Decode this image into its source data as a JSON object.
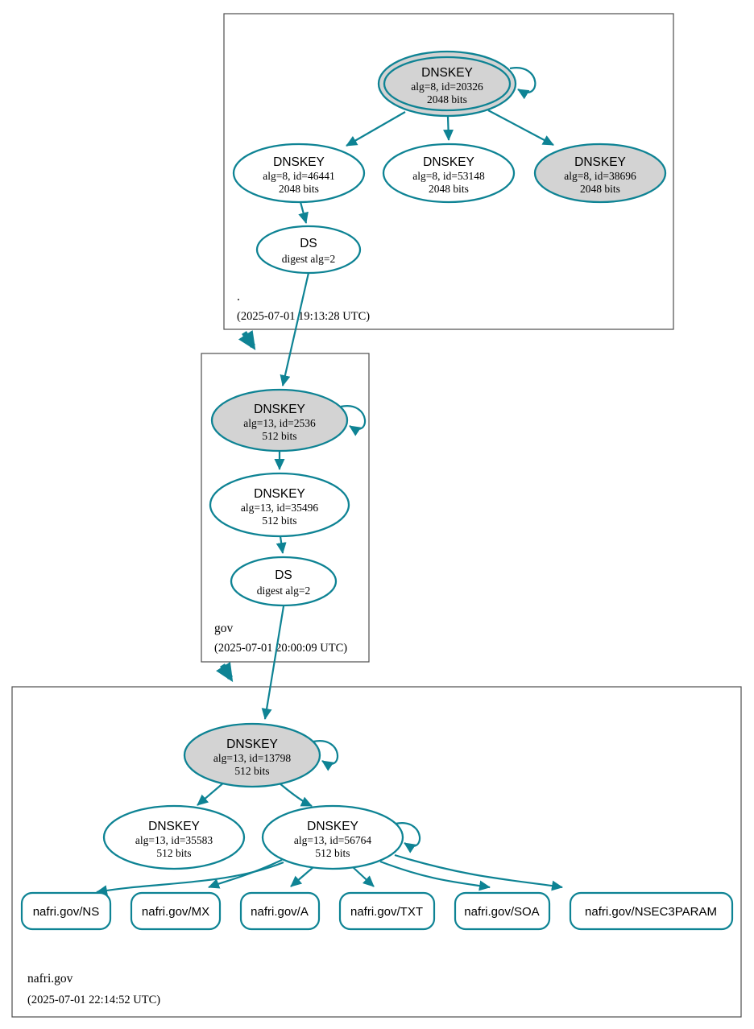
{
  "colors": {
    "edge": "#0e8394",
    "ksk_fill": "#d3d3d3",
    "node_fill": "#ffffff",
    "box_border": "#4d4d4d",
    "text": "#000000",
    "bg": "#ffffff"
  },
  "zones": [
    {
      "name": ".",
      "timestamp": "(2025-07-01 19:13:28 UTC)",
      "nodes": {
        "ksk": {
          "title": "DNSKEY",
          "attrs": "alg=8, id=20326",
          "bits": "2048 bits"
        },
        "zsk1": {
          "title": "DNSKEY",
          "attrs": "alg=8, id=46441",
          "bits": "2048 bits"
        },
        "zsk2": {
          "title": "DNSKEY",
          "attrs": "alg=8, id=53148",
          "bits": "2048 bits"
        },
        "zsk3": {
          "title": "DNSKEY",
          "attrs": "alg=8, id=38696",
          "bits": "2048 bits"
        },
        "ds": {
          "title": "DS",
          "attrs": "digest alg=2"
        }
      }
    },
    {
      "name": "gov",
      "timestamp": "(2025-07-01 20:00:09 UTC)",
      "nodes": {
        "ksk": {
          "title": "DNSKEY",
          "attrs": "alg=13, id=2536",
          "bits": "512 bits"
        },
        "zsk": {
          "title": "DNSKEY",
          "attrs": "alg=13, id=35496",
          "bits": "512 bits"
        },
        "ds": {
          "title": "DS",
          "attrs": "digest alg=2"
        }
      }
    },
    {
      "name": "nafri.gov",
      "timestamp": "(2025-07-01 22:14:52 UTC)",
      "nodes": {
        "ksk": {
          "title": "DNSKEY",
          "attrs": "alg=13, id=13798",
          "bits": "512 bits"
        },
        "zsk1": {
          "title": "DNSKEY",
          "attrs": "alg=13, id=35583",
          "bits": "512 bits"
        },
        "zsk2": {
          "title": "DNSKEY",
          "attrs": "alg=13, id=56764",
          "bits": "512 bits"
        }
      },
      "rrsets": [
        "nafri.gov/NS",
        "nafri.gov/MX",
        "nafri.gov/A",
        "nafri.gov/TXT",
        "nafri.gov/SOA",
        "nafri.gov/NSEC3PARAM"
      ]
    }
  ]
}
